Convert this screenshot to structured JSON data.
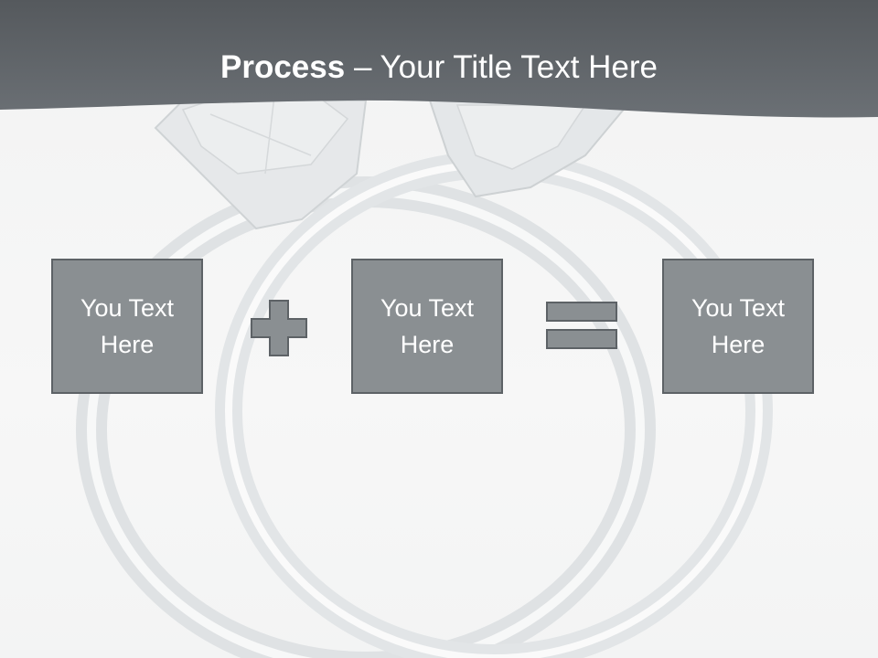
{
  "slide": {
    "title_bold": "Process",
    "title_separator": " – ",
    "title_rest": "Your Title Text Here"
  },
  "process": {
    "boxes": [
      {
        "line1": "You Text",
        "line2": "Here"
      },
      {
        "line1": "You Text",
        "line2": "Here"
      },
      {
        "line1": "You Text",
        "line2": "Here"
      }
    ],
    "operators": [
      "plus-icon",
      "equals-icon"
    ]
  },
  "colors": {
    "header_band": "#5f6468",
    "box_fill": "#8a8f92",
    "box_border": "#5d6266",
    "text": "#ffffff",
    "background": "#f4f5f5"
  }
}
